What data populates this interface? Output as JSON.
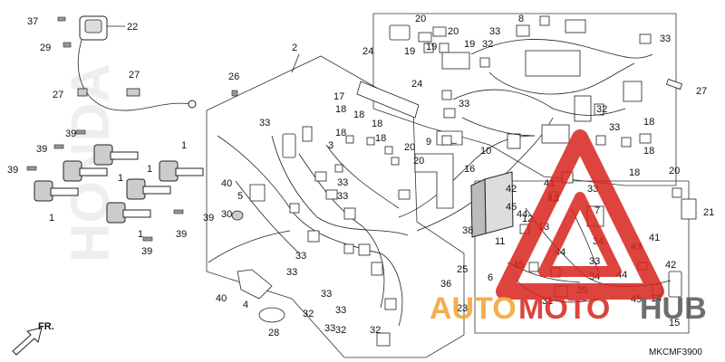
{
  "diagram": {
    "code": "MKCMF3900",
    "direction_label": "FR.",
    "watermark": {
      "part1": "AUTO",
      "part2": "MOTO",
      "part3": "HUB",
      "color_red": "#d8241c",
      "color_orange": "#f0a22e",
      "color_gray": "#555555"
    },
    "background_brand": "HONDA",
    "callouts": {
      "c1": "1",
      "c2": "2",
      "c3": "3",
      "c4": "4",
      "c5": "5",
      "c6": "6",
      "c7": "7",
      "c8": "8",
      "c9": "9",
      "c10": "10",
      "c11": "11",
      "c12": "12",
      "c13": "13",
      "c14": "14",
      "c15": "15",
      "c16": "16",
      "c17": "17",
      "c18": "18",
      "c19": "19",
      "c20": "20",
      "c21": "21",
      "c22": "22",
      "c23": "23",
      "c24": "24",
      "c25": "25",
      "c26": "26",
      "c27": "27",
      "c28": "28",
      "c29": "29",
      "c30": "30",
      "c31": "31",
      "c32": "32",
      "c33": "33",
      "c34": "34",
      "c35": "35",
      "c36": "36",
      "c37": "37",
      "c38": "38",
      "c39": "39",
      "c40": "40",
      "c41": "41",
      "c42": "42",
      "c43": "43",
      "c44": "44",
      "c45": "45"
    }
  }
}
